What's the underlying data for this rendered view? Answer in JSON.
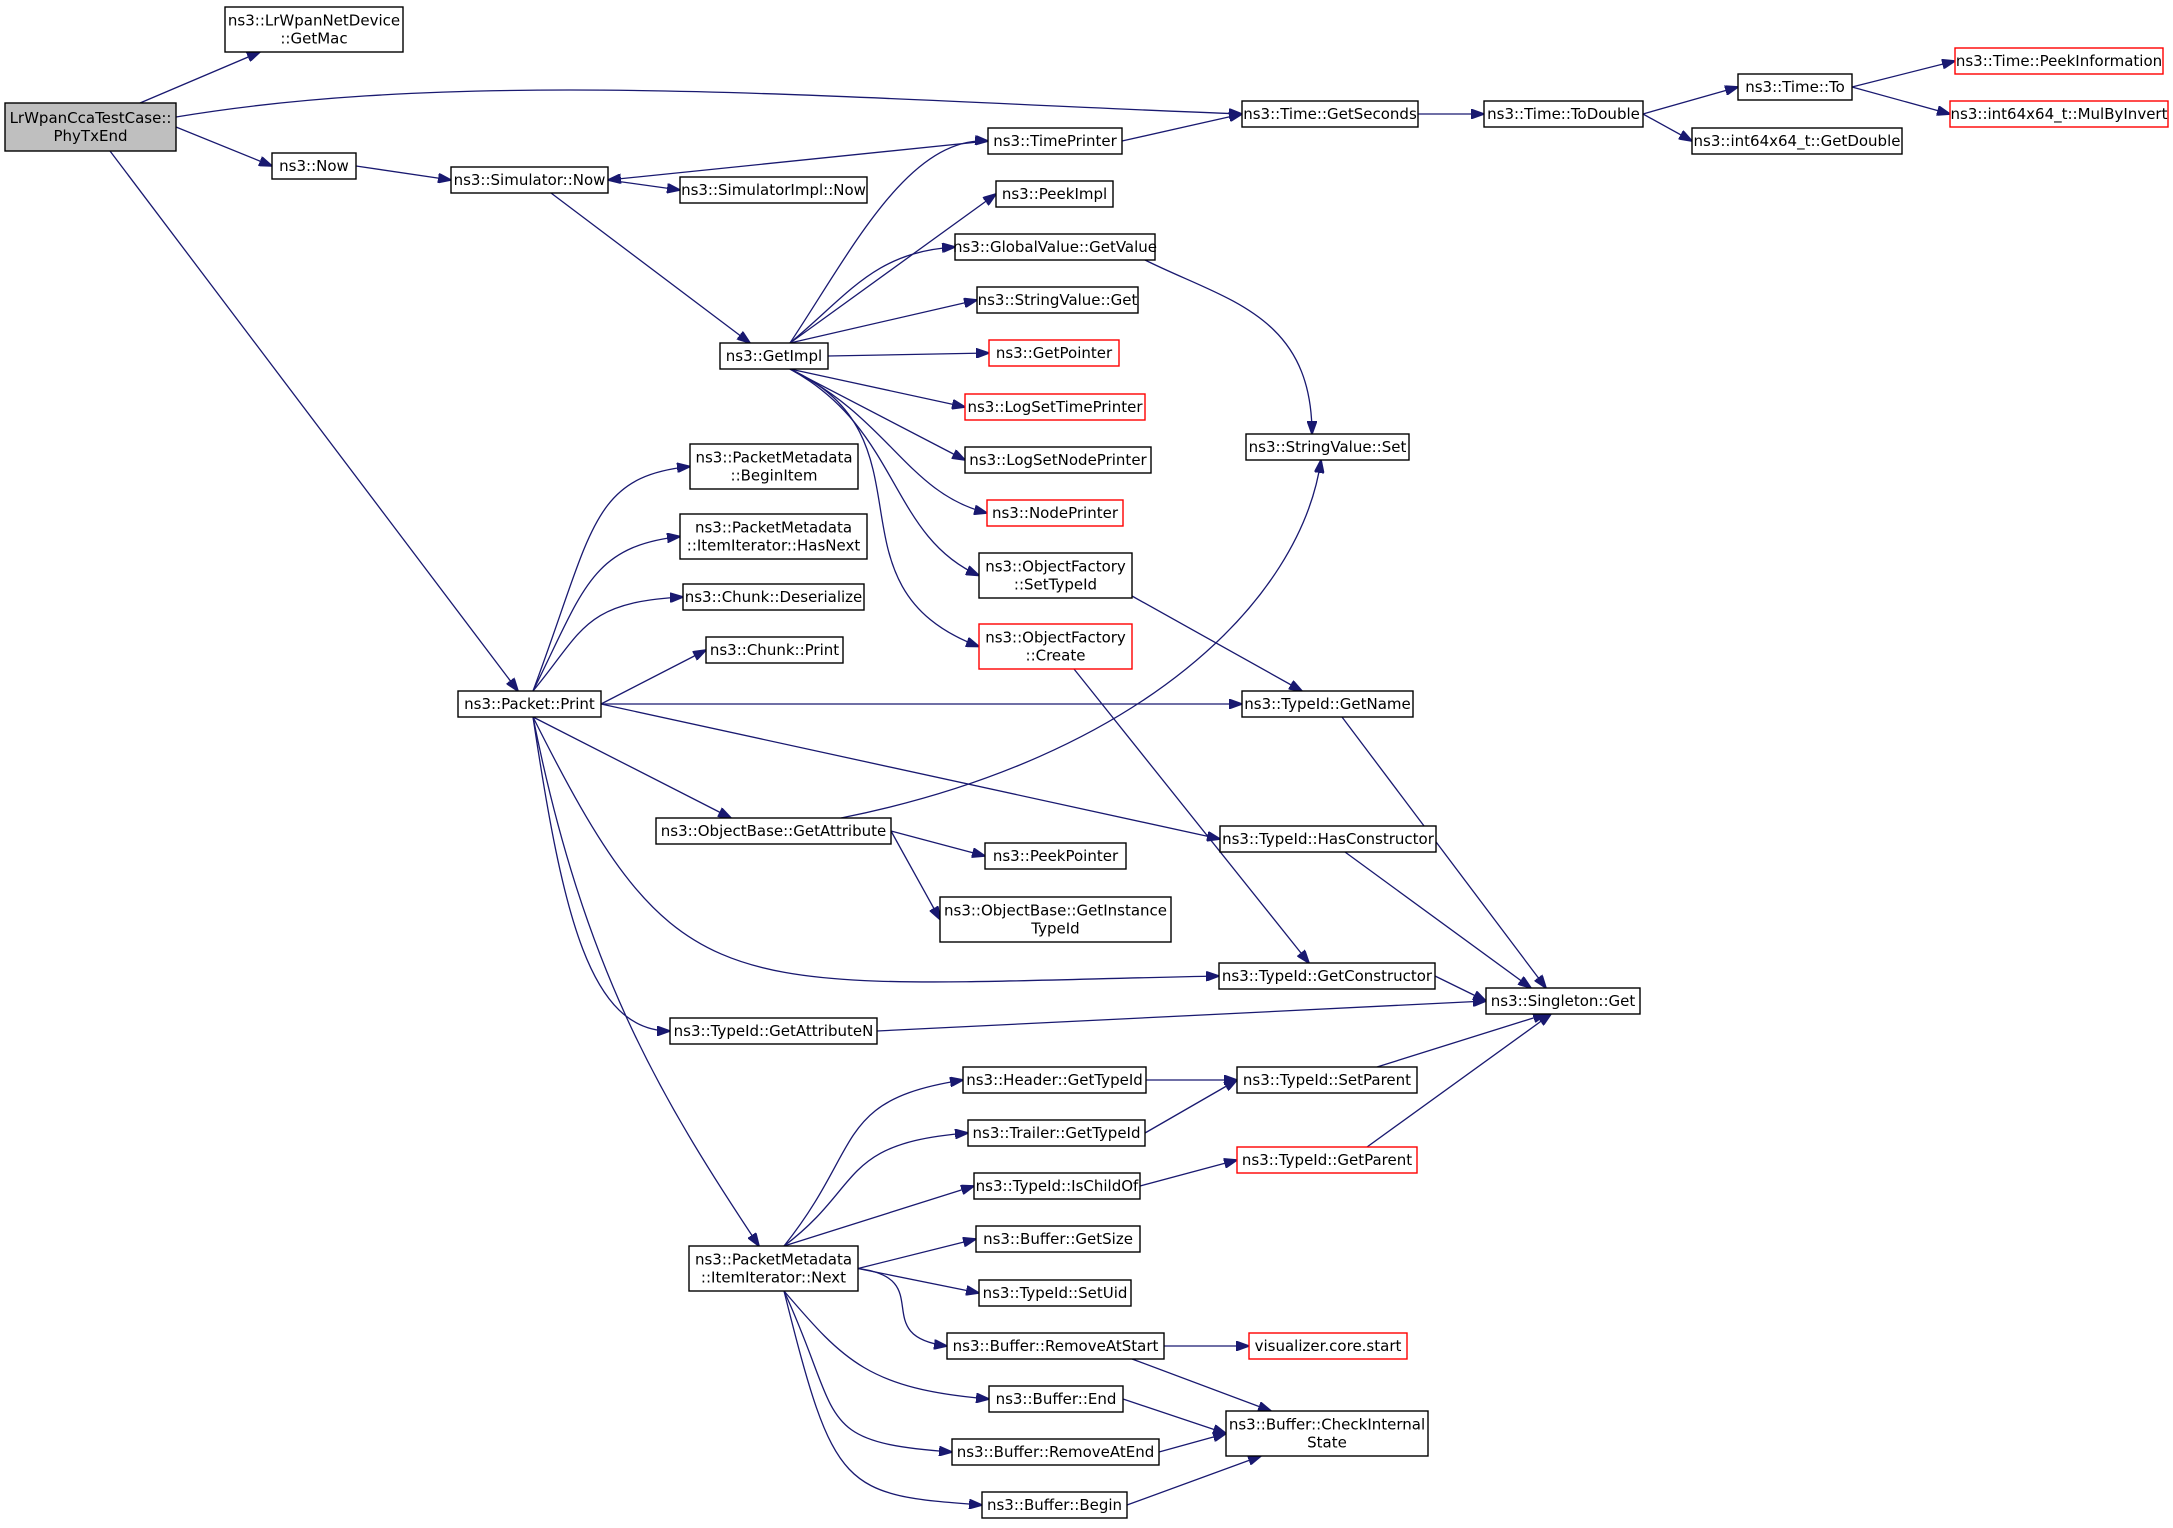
{
  "graph": {
    "nodes": [
      {
        "id": "root",
        "lines": [
          "LrWpanCcaTestCase::",
          "PhyTxEnd"
        ],
        "style": "root"
      },
      {
        "id": "getmac",
        "lines": [
          "ns3::LrWpanNetDevice",
          "::GetMac"
        ],
        "style": "normal"
      },
      {
        "id": "now",
        "lines": [
          "ns3::Now"
        ],
        "style": "normal"
      },
      {
        "id": "simnow",
        "lines": [
          "ns3::Simulator::Now"
        ],
        "style": "normal"
      },
      {
        "id": "simimplnow",
        "lines": [
          "ns3::SimulatorImpl::Now"
        ],
        "style": "normal"
      },
      {
        "id": "getimpl",
        "lines": [
          "ns3::GetImpl"
        ],
        "style": "normal"
      },
      {
        "id": "timeprinter",
        "lines": [
          "ns3::TimePrinter"
        ],
        "style": "normal"
      },
      {
        "id": "peekimpl",
        "lines": [
          "ns3::PeekImpl"
        ],
        "style": "normal"
      },
      {
        "id": "gvgetvalue",
        "lines": [
          "ns3::GlobalValue::GetValue"
        ],
        "style": "normal"
      },
      {
        "id": "svget",
        "lines": [
          "ns3::StringValue::Get"
        ],
        "style": "normal"
      },
      {
        "id": "getpointer",
        "lines": [
          "ns3::GetPointer"
        ],
        "style": "red"
      },
      {
        "id": "logsettime",
        "lines": [
          "ns3::LogSetTimePrinter"
        ],
        "style": "red"
      },
      {
        "id": "logsetnode",
        "lines": [
          "ns3::LogSetNodePrinter"
        ],
        "style": "normal"
      },
      {
        "id": "nodeprinter",
        "lines": [
          "ns3::NodePrinter"
        ],
        "style": "red"
      },
      {
        "id": "ofsettypeid",
        "lines": [
          "ns3::ObjectFactory",
          "::SetTypeId"
        ],
        "style": "normal"
      },
      {
        "id": "ofcreate",
        "lines": [
          "ns3::ObjectFactory",
          "::Create"
        ],
        "style": "red"
      },
      {
        "id": "timegetseconds",
        "lines": [
          "ns3::Time::GetSeconds"
        ],
        "style": "normal"
      },
      {
        "id": "timetodouble",
        "lines": [
          "ns3::Time::ToDouble"
        ],
        "style": "normal"
      },
      {
        "id": "timeto",
        "lines": [
          "ns3::Time::To"
        ],
        "style": "normal"
      },
      {
        "id": "peekinfo",
        "lines": [
          "ns3::Time::PeekInformation"
        ],
        "style": "red"
      },
      {
        "id": "mulbyinvert",
        "lines": [
          "ns3::int64x64_t::MulByInvert"
        ],
        "style": "red"
      },
      {
        "id": "getdouble",
        "lines": [
          "ns3::int64x64_t::GetDouble"
        ],
        "style": "normal"
      },
      {
        "id": "svset",
        "lines": [
          "ns3::StringValue::Set"
        ],
        "style": "normal"
      },
      {
        "id": "pmbeginitem",
        "lines": [
          "ns3::PacketMetadata",
          "::BeginItem"
        ],
        "style": "normal"
      },
      {
        "id": "pmhasnext",
        "lines": [
          "ns3::PacketMetadata",
          "::ItemIterator::HasNext"
        ],
        "style": "normal"
      },
      {
        "id": "chunkdeser",
        "lines": [
          "ns3::Chunk::Deserialize"
        ],
        "style": "normal"
      },
      {
        "id": "chunkprint",
        "lines": [
          "ns3::Chunk::Print"
        ],
        "style": "normal"
      },
      {
        "id": "packetprint",
        "lines": [
          "ns3::Packet::Print"
        ],
        "style": "normal"
      },
      {
        "id": "tidgetname",
        "lines": [
          "ns3::TypeId::GetName"
        ],
        "style": "normal"
      },
      {
        "id": "obgetattr",
        "lines": [
          "ns3::ObjectBase::GetAttribute"
        ],
        "style": "normal"
      },
      {
        "id": "peekpointer",
        "lines": [
          "ns3::PeekPointer"
        ],
        "style": "normal"
      },
      {
        "id": "obgetinst",
        "lines": [
          "ns3::ObjectBase::GetInstance",
          "TypeId"
        ],
        "style": "normal"
      },
      {
        "id": "tidhascons",
        "lines": [
          "ns3::TypeId::HasConstructor"
        ],
        "style": "normal"
      },
      {
        "id": "tidgetcons",
        "lines": [
          "ns3::TypeId::GetConstructor"
        ],
        "style": "normal"
      },
      {
        "id": "singleton",
        "lines": [
          "ns3::Singleton::Get"
        ],
        "style": "normal"
      },
      {
        "id": "tidgetattrn",
        "lines": [
          "ns3::TypeId::GetAttributeN"
        ],
        "style": "normal"
      },
      {
        "id": "hdrgettid",
        "lines": [
          "ns3::Header::GetTypeId"
        ],
        "style": "normal"
      },
      {
        "id": "tidsetparent",
        "lines": [
          "ns3::TypeId::SetParent"
        ],
        "style": "normal"
      },
      {
        "id": "trlgettid",
        "lines": [
          "ns3::Trailer::GetTypeId"
        ],
        "style": "normal"
      },
      {
        "id": "tidischild",
        "lines": [
          "ns3::TypeId::IsChildOf"
        ],
        "style": "normal"
      },
      {
        "id": "tidgetparent",
        "lines": [
          "ns3::TypeId::GetParent"
        ],
        "style": "red"
      },
      {
        "id": "bufgetsize",
        "lines": [
          "ns3::Buffer::GetSize"
        ],
        "style": "normal"
      },
      {
        "id": "tidsetuid",
        "lines": [
          "ns3::TypeId::SetUid"
        ],
        "style": "normal"
      },
      {
        "id": "pmnext",
        "lines": [
          "ns3::PacketMetadata",
          "::ItemIterator::Next"
        ],
        "style": "normal"
      },
      {
        "id": "bufremovestart",
        "lines": [
          "ns3::Buffer::RemoveAtStart"
        ],
        "style": "normal"
      },
      {
        "id": "vizstart",
        "lines": [
          "visualizer.core.start"
        ],
        "style": "red"
      },
      {
        "id": "bufend",
        "lines": [
          "ns3::Buffer::End"
        ],
        "style": "normal"
      },
      {
        "id": "bufcheck",
        "lines": [
          "ns3::Buffer::CheckInternal",
          "State"
        ],
        "style": "normal"
      },
      {
        "id": "bufremoveend",
        "lines": [
          "ns3::Buffer::RemoveAtEnd"
        ],
        "style": "normal"
      },
      {
        "id": "bufbegin",
        "lines": [
          "ns3::Buffer::Begin"
        ],
        "style": "normal"
      }
    ],
    "edges": [
      [
        "root",
        "getmac"
      ],
      [
        "root",
        "timegetseconds"
      ],
      [
        "root",
        "now"
      ],
      [
        "root",
        "packetprint"
      ],
      [
        "now",
        "simnow"
      ],
      [
        "simnow",
        "simimplnow"
      ],
      [
        "simnow",
        "getimpl"
      ],
      [
        "timeprinter",
        "simnow"
      ],
      [
        "timeprinter",
        "timegetseconds"
      ],
      [
        "getimpl",
        "timeprinter"
      ],
      [
        "getimpl",
        "peekimpl"
      ],
      [
        "getimpl",
        "gvgetvalue"
      ],
      [
        "getimpl",
        "svget"
      ],
      [
        "getimpl",
        "getpointer"
      ],
      [
        "getimpl",
        "logsettime"
      ],
      [
        "getimpl",
        "logsetnode"
      ],
      [
        "getimpl",
        "nodeprinter"
      ],
      [
        "getimpl",
        "ofsettypeid"
      ],
      [
        "getimpl",
        "ofcreate"
      ],
      [
        "gvgetvalue",
        "svset"
      ],
      [
        "ofsettypeid",
        "tidgetname"
      ],
      [
        "ofcreate",
        "tidgetcons"
      ],
      [
        "timegetseconds",
        "timetodouble"
      ],
      [
        "timetodouble",
        "timeto"
      ],
      [
        "timetodouble",
        "getdouble"
      ],
      [
        "timeto",
        "peekinfo"
      ],
      [
        "timeto",
        "mulbyinvert"
      ],
      [
        "packetprint",
        "pmbeginitem"
      ],
      [
        "packetprint",
        "pmhasnext"
      ],
      [
        "packetprint",
        "chunkdeser"
      ],
      [
        "packetprint",
        "chunkprint"
      ],
      [
        "packetprint",
        "tidgetname"
      ],
      [
        "packetprint",
        "obgetattr"
      ],
      [
        "packetprint",
        "tidhascons"
      ],
      [
        "packetprint",
        "tidgetcons"
      ],
      [
        "packetprint",
        "tidgetattrn"
      ],
      [
        "packetprint",
        "pmnext"
      ],
      [
        "obgetattr",
        "svset"
      ],
      [
        "obgetattr",
        "peekpointer"
      ],
      [
        "obgetattr",
        "obgetinst"
      ],
      [
        "tidgetname",
        "singleton"
      ],
      [
        "tidhascons",
        "singleton"
      ],
      [
        "tidgetcons",
        "singleton"
      ],
      [
        "tidgetattrn",
        "singleton"
      ],
      [
        "hdrgettid",
        "tidsetparent"
      ],
      [
        "trlgettid",
        "tidsetparent"
      ],
      [
        "tidischild",
        "tidgetparent"
      ],
      [
        "tidsetparent",
        "singleton"
      ],
      [
        "tidgetparent",
        "singleton"
      ],
      [
        "pmnext",
        "hdrgettid"
      ],
      [
        "pmnext",
        "trlgettid"
      ],
      [
        "pmnext",
        "tidischild"
      ],
      [
        "pmnext",
        "bufgetsize"
      ],
      [
        "pmnext",
        "tidsetuid"
      ],
      [
        "pmnext",
        "bufremovestart"
      ],
      [
        "pmnext",
        "bufend"
      ],
      [
        "pmnext",
        "bufremoveend"
      ],
      [
        "pmnext",
        "bufbegin"
      ],
      [
        "bufremovestart",
        "vizstart"
      ],
      [
        "bufremovestart",
        "bufcheck"
      ],
      [
        "bufend",
        "bufcheck"
      ],
      [
        "bufremoveend",
        "bufcheck"
      ],
      [
        "bufbegin",
        "bufcheck"
      ]
    ]
  }
}
